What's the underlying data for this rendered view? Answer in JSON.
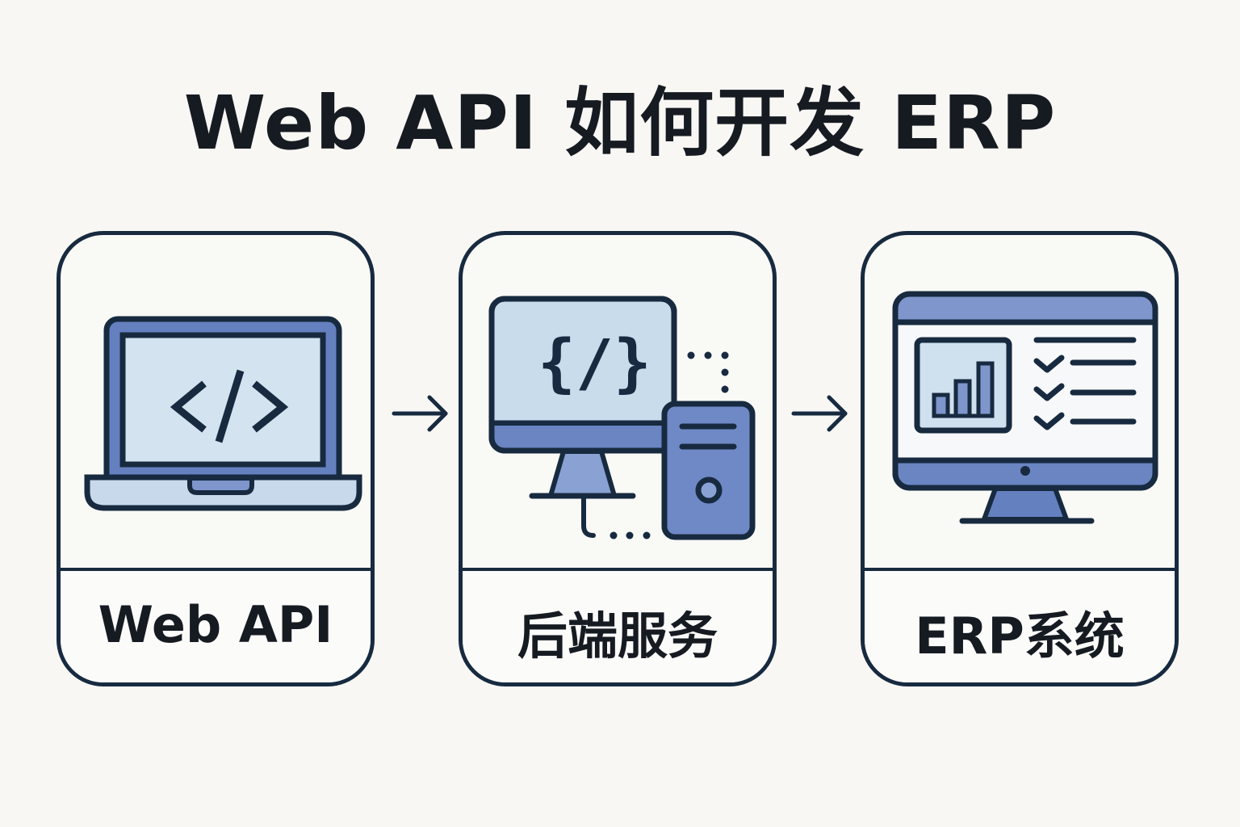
{
  "title": "Web API 如何开发 ERP",
  "colors": {
    "outline": "#172a3f",
    "primary_blue": "#6580bf",
    "light_blue": "#cfe0ee",
    "background": "#f8f7f3"
  },
  "steps": [
    {
      "label": "Web API",
      "icon": "laptop-code-icon",
      "glyph": "</>"
    },
    {
      "label": "后端服务",
      "icon": "monitor-server-icon",
      "glyph": "{/}"
    },
    {
      "label": "ERP系统",
      "icon": "erp-dashboard-icon"
    }
  ],
  "connectors": [
    {
      "from": "Web API",
      "to": "后端服务",
      "icon": "arrow-right-icon"
    },
    {
      "from": "后端服务",
      "to": "ERP系统",
      "icon": "arrow-right-icon"
    }
  ]
}
